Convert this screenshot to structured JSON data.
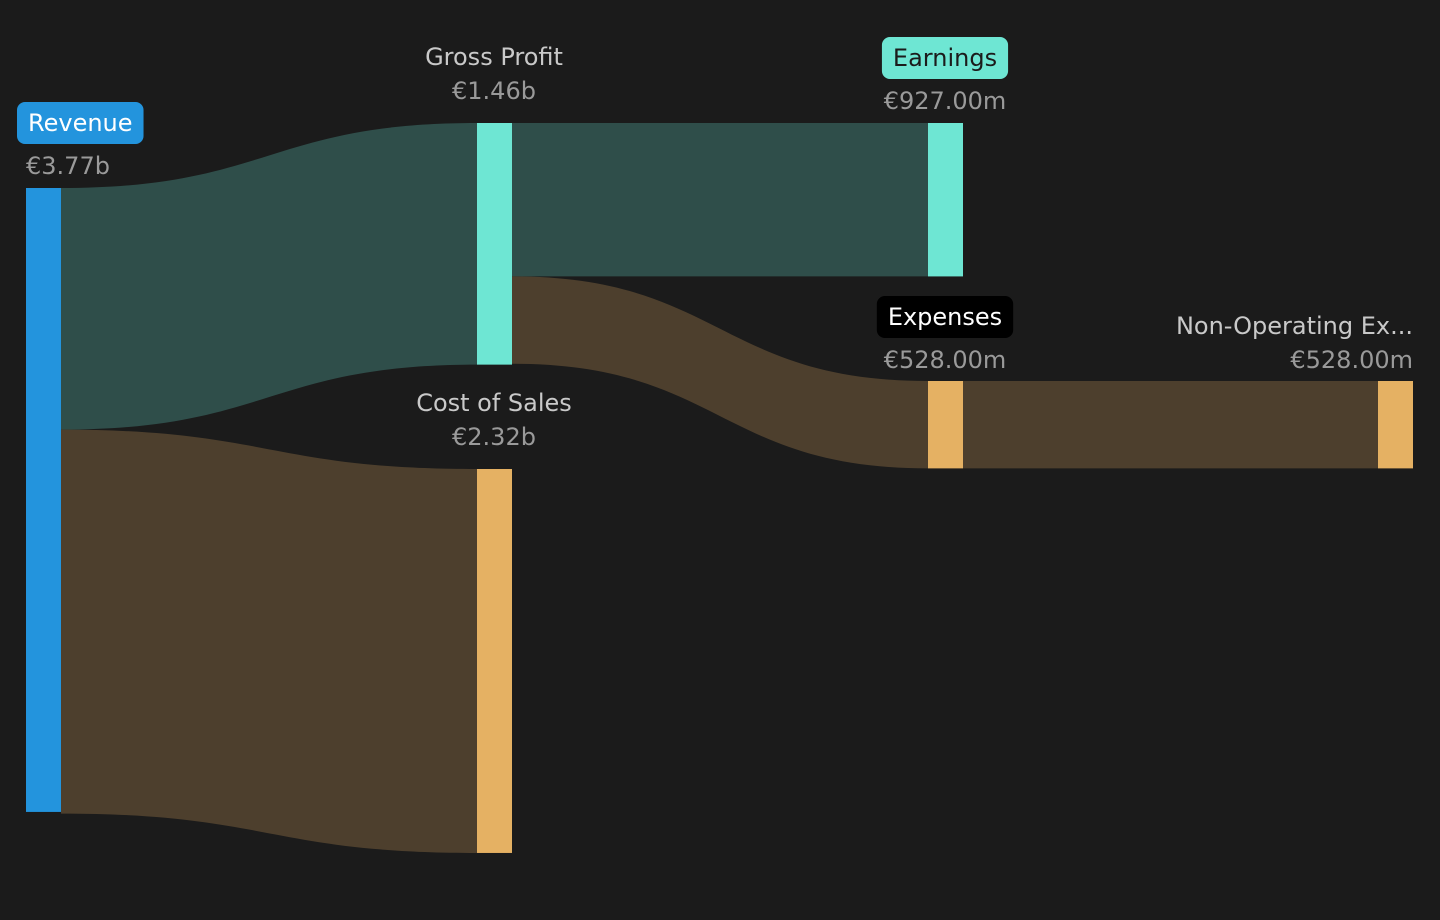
{
  "chart_data": {
    "type": "sankey",
    "currency": "€",
    "colors": {
      "background": "#1b1b1b",
      "revenue": "#2394dd",
      "profit": "#6ee6d3",
      "cost": "#e5b163",
      "profit_link": "#2f4e4a",
      "cost_link": "#4d3f2d",
      "label_text": "#c9c9c9",
      "value_text": "#9a9a9a"
    },
    "nodes": [
      {
        "id": "revenue",
        "name": "Revenue",
        "value_label": "€3.77b",
        "value": 3.77,
        "color": "#2394dd",
        "label_style": "pill",
        "pill_bg": "#2394dd",
        "pill_fg": "#ffffff"
      },
      {
        "id": "gross_profit",
        "name": "Gross Profit",
        "value_label": "€1.46b",
        "value": 1.46,
        "color": "#6ee6d3",
        "label_style": "plain"
      },
      {
        "id": "cost_of_sales",
        "name": "Cost of Sales",
        "value_label": "€2.32b",
        "value": 2.32,
        "color": "#e5b163",
        "label_style": "plain"
      },
      {
        "id": "earnings",
        "name": "Earnings",
        "value_label": "€927.00m",
        "value": 0.927,
        "color": "#6ee6d3",
        "label_style": "pill",
        "pill_bg": "#6ee6d3",
        "pill_fg": "#1b1b1b"
      },
      {
        "id": "expenses",
        "name": "Expenses",
        "value_label": "€528.00m",
        "value": 0.528,
        "color": "#e5b163",
        "label_style": "pill",
        "pill_bg": "#000000",
        "pill_fg": "#ffffff"
      },
      {
        "id": "non_operating",
        "name": "Non-Operating Ex...",
        "value_label": "€528.00m",
        "value": 0.528,
        "color": "#e5b163",
        "label_style": "plain"
      }
    ],
    "links": [
      {
        "source": "revenue",
        "target": "gross_profit",
        "value": 1.46,
        "kind": "profit"
      },
      {
        "source": "revenue",
        "target": "cost_of_sales",
        "value": 2.32,
        "kind": "cost"
      },
      {
        "source": "gross_profit",
        "target": "earnings",
        "value": 0.927,
        "kind": "profit"
      },
      {
        "source": "gross_profit",
        "target": "expenses",
        "value": 0.528,
        "kind": "cost"
      },
      {
        "source": "expenses",
        "target": "non_operating",
        "value": 0.528,
        "kind": "cost"
      }
    ]
  }
}
